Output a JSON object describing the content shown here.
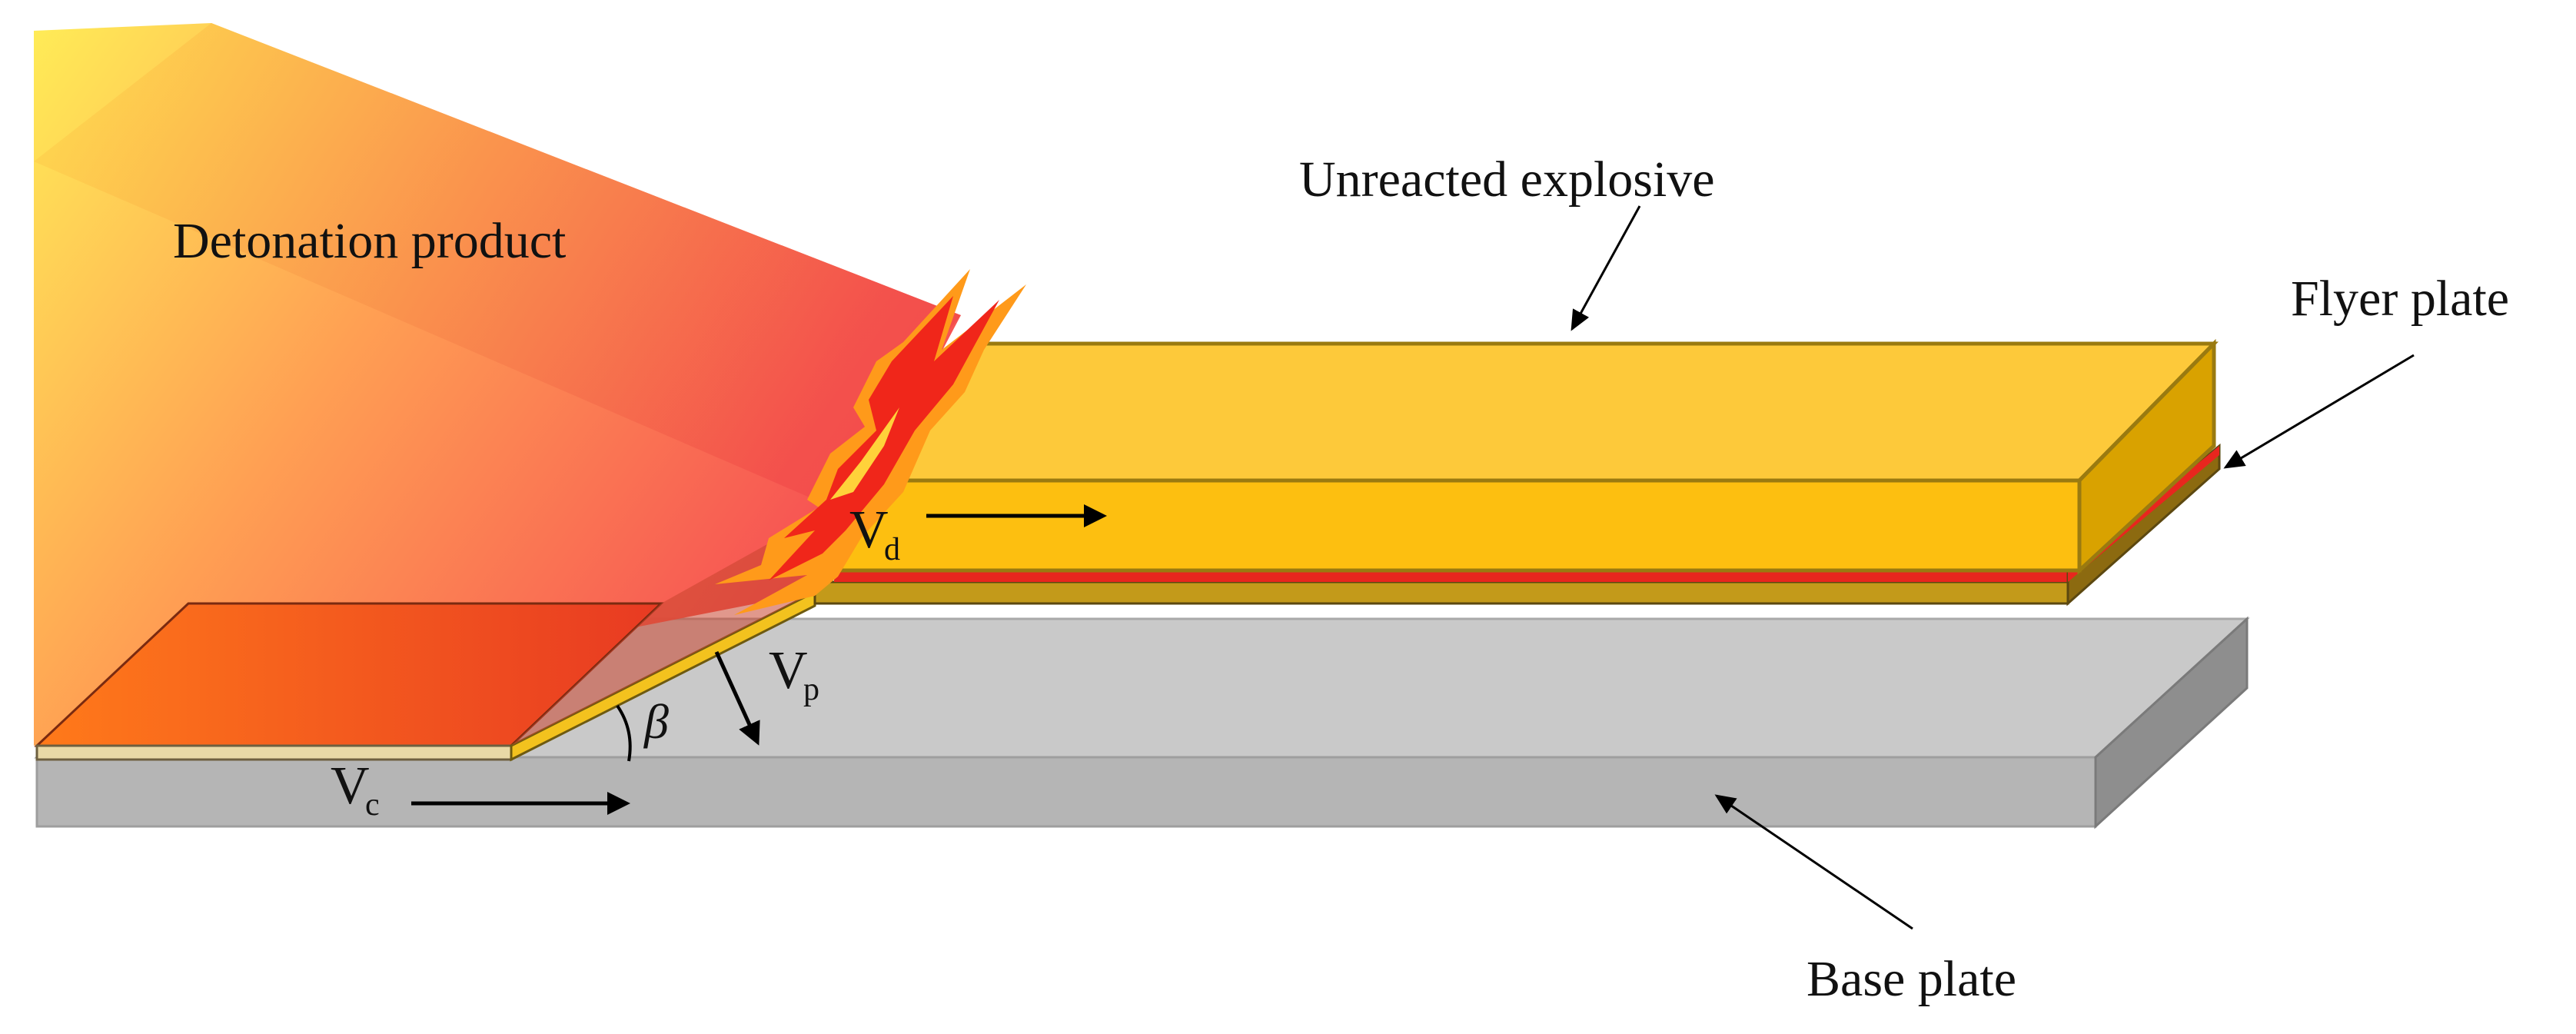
{
  "diagram": {
    "labels": {
      "detonation_product": "Detonation product",
      "unreacted_explosive": "Unreacted explosive",
      "flyer_plate": "Flyer plate",
      "base_plate": "Base plate"
    },
    "symbols": {
      "vd_main": "V",
      "vd_sub": "d",
      "vp_main": "V",
      "vp_sub": "p",
      "vc_main": "V",
      "vc_sub": "c",
      "angle": "β"
    },
    "colors": {
      "explosive_top": "#FDC93A",
      "explosive_front": "#FDBF10",
      "explosive_side": "#D9A200",
      "flyer_red": "#E8261E",
      "base_top": "#C8C8C8",
      "base_front": "#B4B4B4",
      "base_side": "#8F8F8F",
      "detonation_yellow": "#FFE24A",
      "detonation_red": "#F5524A",
      "arrow": "#000000"
    }
  }
}
